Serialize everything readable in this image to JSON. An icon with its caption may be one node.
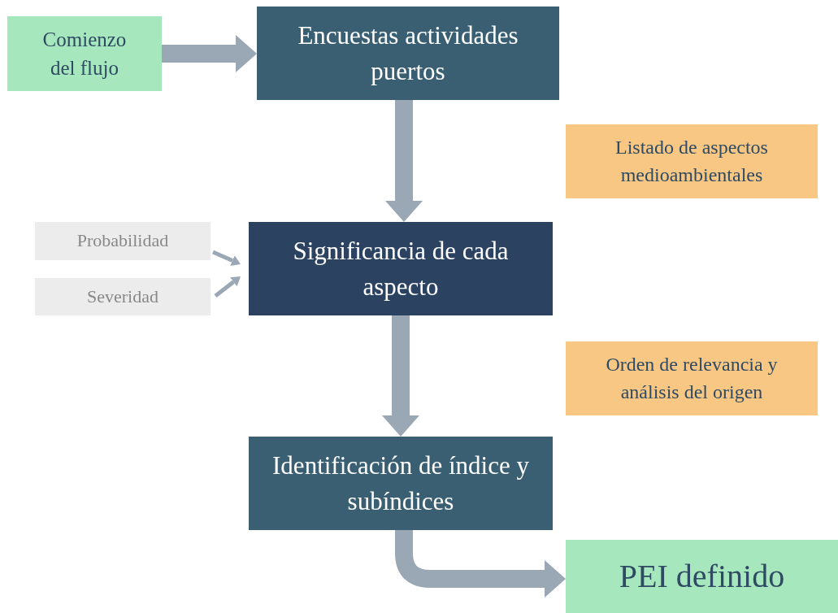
{
  "diagram": {
    "nodes": [
      {
        "text": [
          "Comienzo del flujo"
        ]
      },
      {
        "text": [
          "Encuestas actividades puertos"
        ]
      },
      {
        "text": [
          "Listado de aspectos medioambientales"
        ]
      },
      {
        "text": [
          "Probabilidad"
        ]
      },
      {
        "text": [
          "Severidad"
        ]
      },
      {
        "text": [
          "Significancia de cada aspecto"
        ]
      },
      {
        "text": [
          "Orden de relevancia y análisis del origen"
        ]
      },
      {
        "text": [
          "Identificación de índice y subíndices"
        ]
      },
      {
        "text": [
          "PEI definido"
        ]
      }
    ],
    "edges": [
      {
        "from": 0,
        "to": 1,
        "arrow": "to"
      },
      {
        "from": 1,
        "to": 5,
        "arrow": "to"
      },
      {
        "from": 3,
        "to": 5,
        "arrow": "to"
      },
      {
        "from": 4,
        "to": 5,
        "arrow": "to"
      },
      {
        "from": 5,
        "to": 7,
        "arrow": "to"
      },
      {
        "from": 7,
        "to": 8,
        "arrow": "to"
      }
    ]
  }
}
